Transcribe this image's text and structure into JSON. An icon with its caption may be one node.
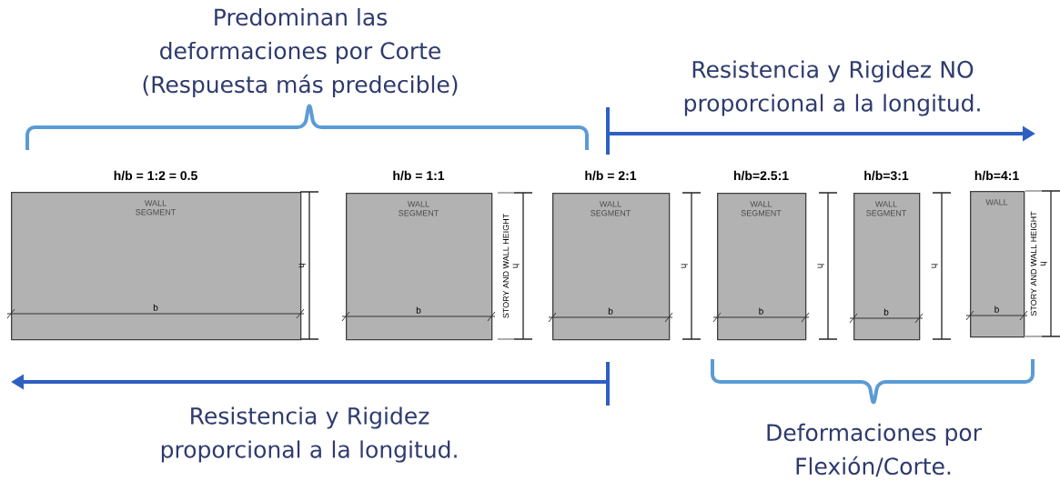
{
  "diagram": {
    "nodes": [
      {
        "text": [
          "WALL SEGMENT"
        ],
        "beside": [
          "h/b = 1:2 = 0.5"
        ]
      },
      {
        "text": [
          "WALL SEGMENT"
        ],
        "beside": [
          "h/b = 1:1"
        ]
      },
      {
        "text": [
          "WALL SEGMENT"
        ],
        "beside": [
          "h/b = 2:1"
        ]
      },
      {
        "text": [
          "WALL SEGMENT"
        ],
        "beside": [
          "h/b=2.5:1"
        ]
      },
      {
        "text": [
          "WALL SEGMENT"
        ],
        "beside": [
          "h/b=3:1"
        ]
      },
      {
        "text": [
          "WALL"
        ],
        "beside": [
          "h/b=4:1"
        ]
      }
    ],
    "labels": [
      "Predominan las deformaciones por Corte (Respuesta más predecible)",
      "Resistencia y Rigidez NO proporcional a la longitud.",
      "b",
      "h",
      "b",
      "STORY AND WALL HEIGHT",
      "h",
      "b",
      "h",
      "b",
      "h",
      "b",
      "h",
      "b",
      "STORY AND WALL HEIGHT",
      "h",
      "Resistencia y Rigidez proporcional a la longitud.",
      "Deformaciones por Flexión/Corte."
    ]
  }
}
